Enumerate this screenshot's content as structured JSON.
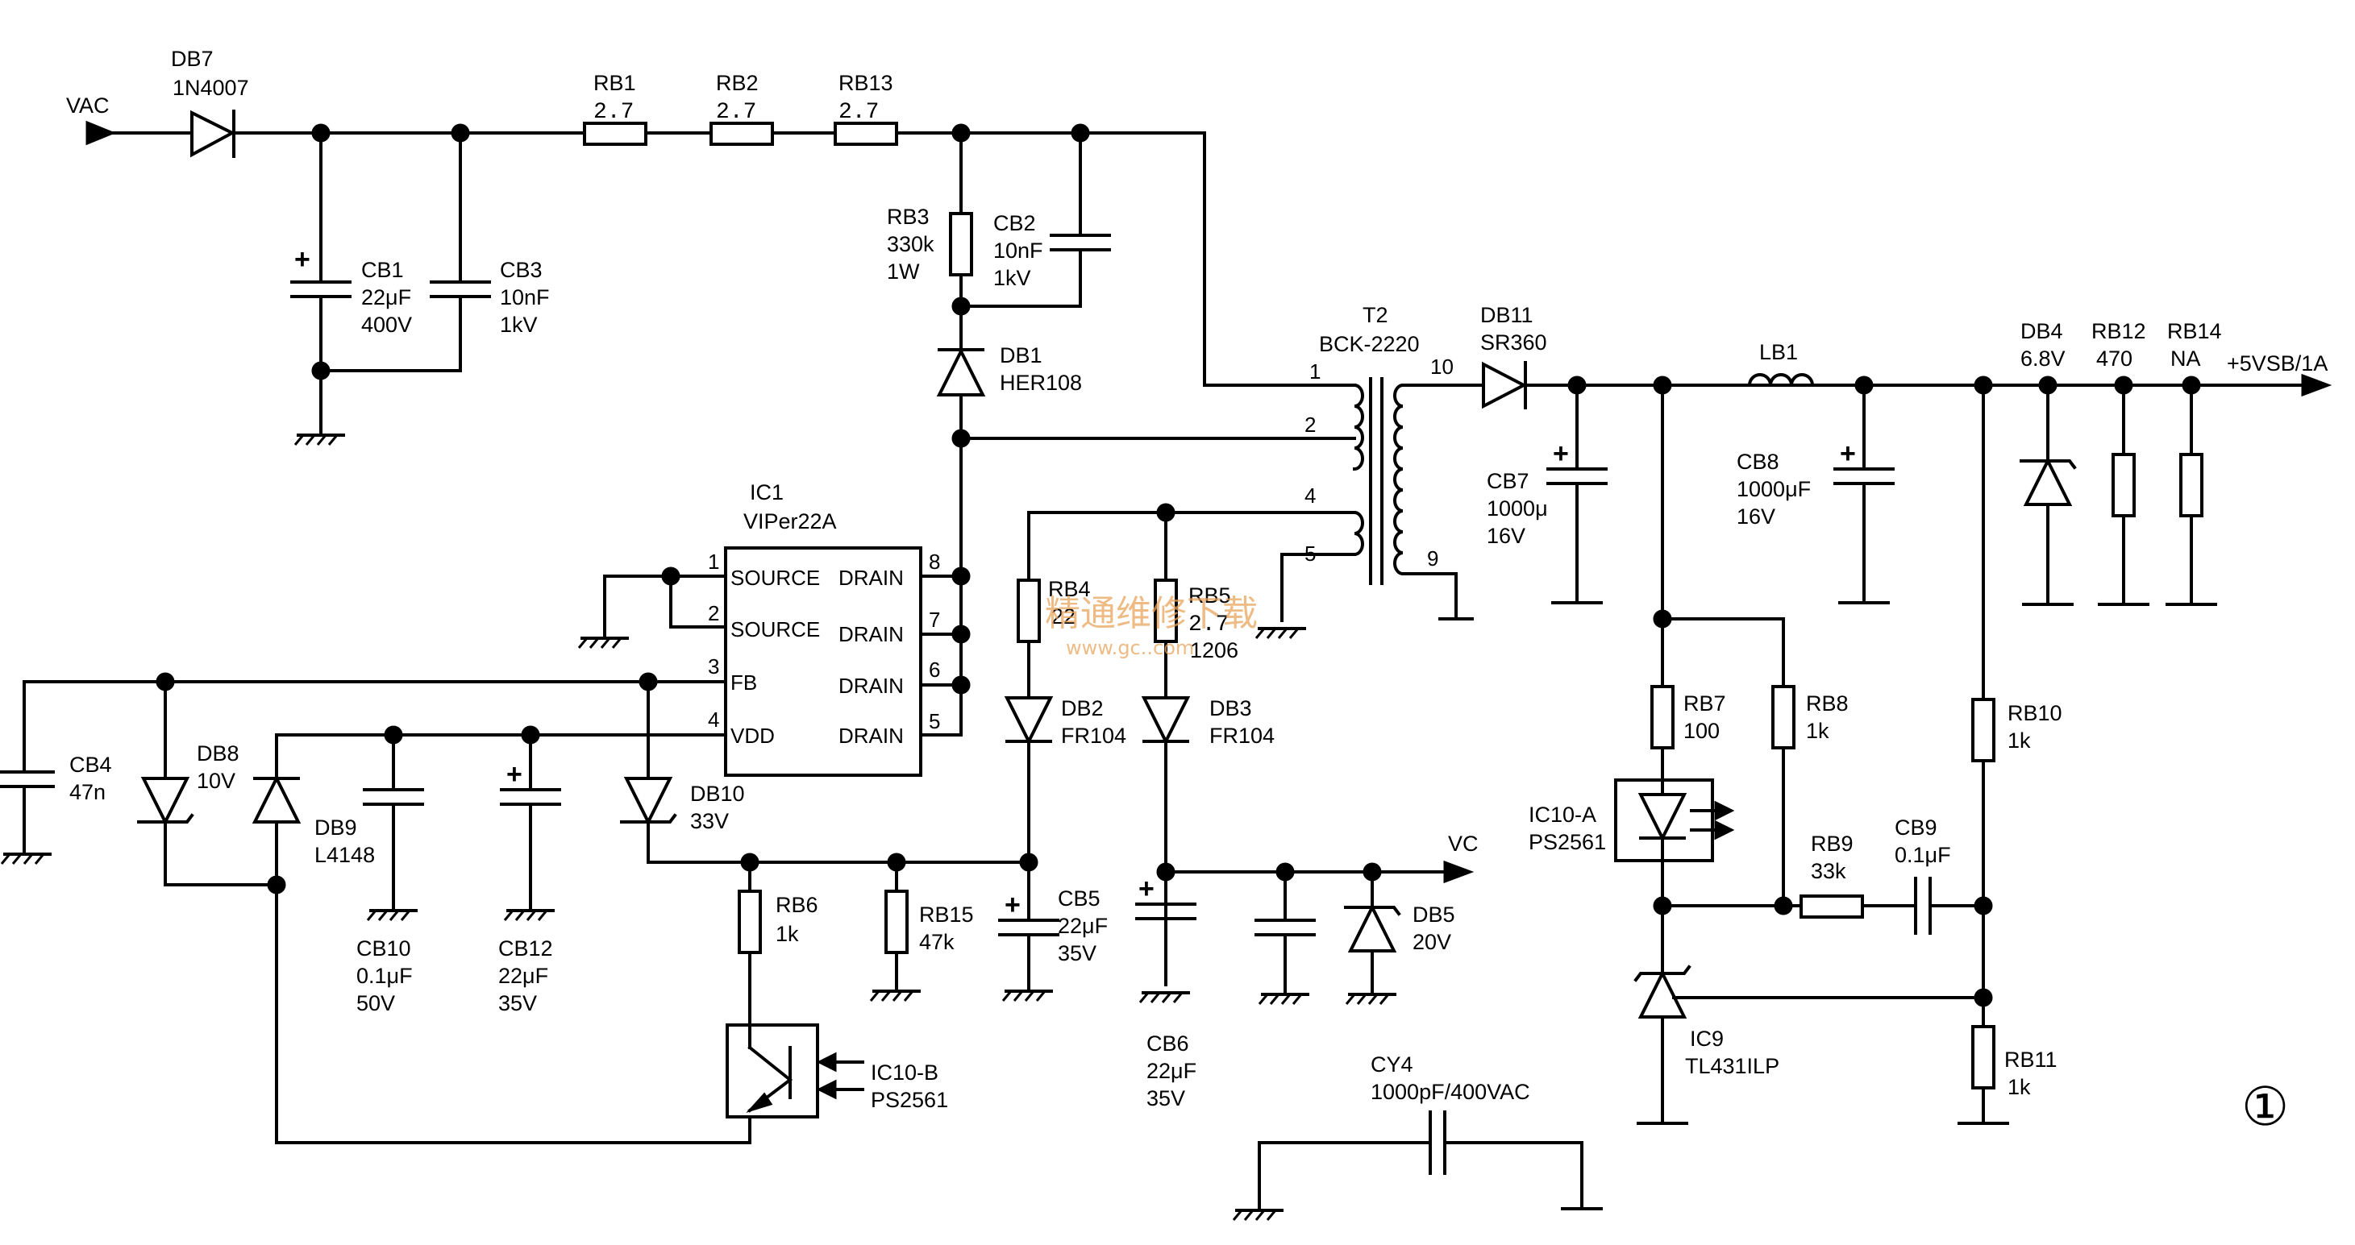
{
  "labels": {
    "vac": "VAC",
    "db7_ref": "DB7",
    "db7_val": "1N4007",
    "rb1_ref": "RB1",
    "rb1_val": "2.7",
    "rb2_ref": "RB2",
    "rb2_val": "2.7",
    "rb13_ref": "RB13",
    "rb13_val": "2.7",
    "cb1_ref": "CB1",
    "cb1_val": "22μF",
    "cb1_v": "400V",
    "cb3_ref": "CB3",
    "cb3_val": "10nF",
    "cb3_v": "1kV",
    "rb3_ref": "RB3",
    "rb3_val": "330k",
    "rb3_w": "1W",
    "cb2_ref": "CB2",
    "cb2_val": "10nF",
    "cb2_v": "1kV",
    "db1_ref": "DB1",
    "db1_val": "HER108",
    "t2_ref": "T2",
    "t2_val": "BCK-2220",
    "t2_p1": "1",
    "t2_p2": "2",
    "t2_p4": "4",
    "t2_p5": "5",
    "t2_p10": "10",
    "t2_p9": "9",
    "db11_ref": "DB11",
    "db11_val": "SR360",
    "lb1_ref": "LB1",
    "db4_ref": "DB4",
    "db4_val": "6.8V",
    "rb12_ref": "RB12",
    "rb12_val": "470",
    "rb14_ref": "RB14",
    "rb14_val": "NA",
    "out_5vsb": "+5VSB/1A",
    "cb7_ref": "CB7",
    "cb7_val": "1000μ",
    "cb7_v": "16V",
    "cb8_ref": "CB8",
    "cb8_val": "1000μF",
    "cb8_v": "16V",
    "ic1_ref": "IC1",
    "ic1_val": "VIPer22A",
    "ic1_pin1": "1",
    "ic1_pin2": "2",
    "ic1_pin3": "3",
    "ic1_pin4": "4",
    "ic1_pin5": "5",
    "ic1_pin6": "6",
    "ic1_pin7": "7",
    "ic1_pin8": "8",
    "ic1_source1": "SOURCE",
    "ic1_source2": "SOURCE",
    "ic1_fb": "FB",
    "ic1_vdd": "VDD",
    "ic1_drain8": "DRAIN",
    "ic1_drain7": "DRAIN",
    "ic1_drain6": "DRAIN",
    "ic1_drain5": "DRAIN",
    "rb4_ref": "RB4",
    "rb4_val": "22",
    "rb5_ref": "RB5",
    "rb5_val": "2.7",
    "rb5_pkg": "1206",
    "db2_ref": "DB2",
    "db2_val": "FR104",
    "db3_ref": "DB3",
    "db3_val": "FR104",
    "cb4_ref": "CB4",
    "cb4_val": "47n",
    "db8_ref": "DB8",
    "db8_val": "10V",
    "db9_ref": "DB9",
    "db9_val": "L4148",
    "db10_ref": "DB10",
    "db10_val": "33V",
    "cb10_ref": "CB10",
    "cb10_val": "0.1μF",
    "cb10_v": "50V",
    "cb12_ref": "CB12",
    "cb12_val": "22μF",
    "cb12_v": "35V",
    "rb6_ref": "RB6",
    "rb6_val": "1k",
    "rb15_ref": "RB15",
    "rb15_val": "47k",
    "cb5_ref": "CB5",
    "cb5_val": "22μF",
    "cb5_v": "35V",
    "cb6_ref": "CB6",
    "cb6_val": "22μF",
    "cb6_v": "35V",
    "vc": "VC",
    "db5_ref": "DB5",
    "db5_val": "20V",
    "ic10b_ref": "IC10-B",
    "ic10b_val": "PS2561",
    "cy4_ref": "CY4",
    "cy4_val": "1000pF/400VAC",
    "rb7_ref": "RB7",
    "rb7_val": "100",
    "rb8_ref": "RB8",
    "rb8_val": "1k",
    "ic10a_ref": "IC10-A",
    "ic10a_val": "PS2561",
    "rb9_ref": "RB9",
    "rb9_val": "33k",
    "cb9_ref": "CB9",
    "cb9_val": "0.1μF",
    "rb10_ref": "RB10",
    "rb10_val": "1k",
    "rb11_ref": "RB11",
    "rb11_val": "1k",
    "ic9_ref": "IC9",
    "ic9_val": "TL431ILP",
    "figure_no": "①"
  },
  "watermark": {
    "main": "精通维修下载",
    "sub": "www.gc..com"
  }
}
